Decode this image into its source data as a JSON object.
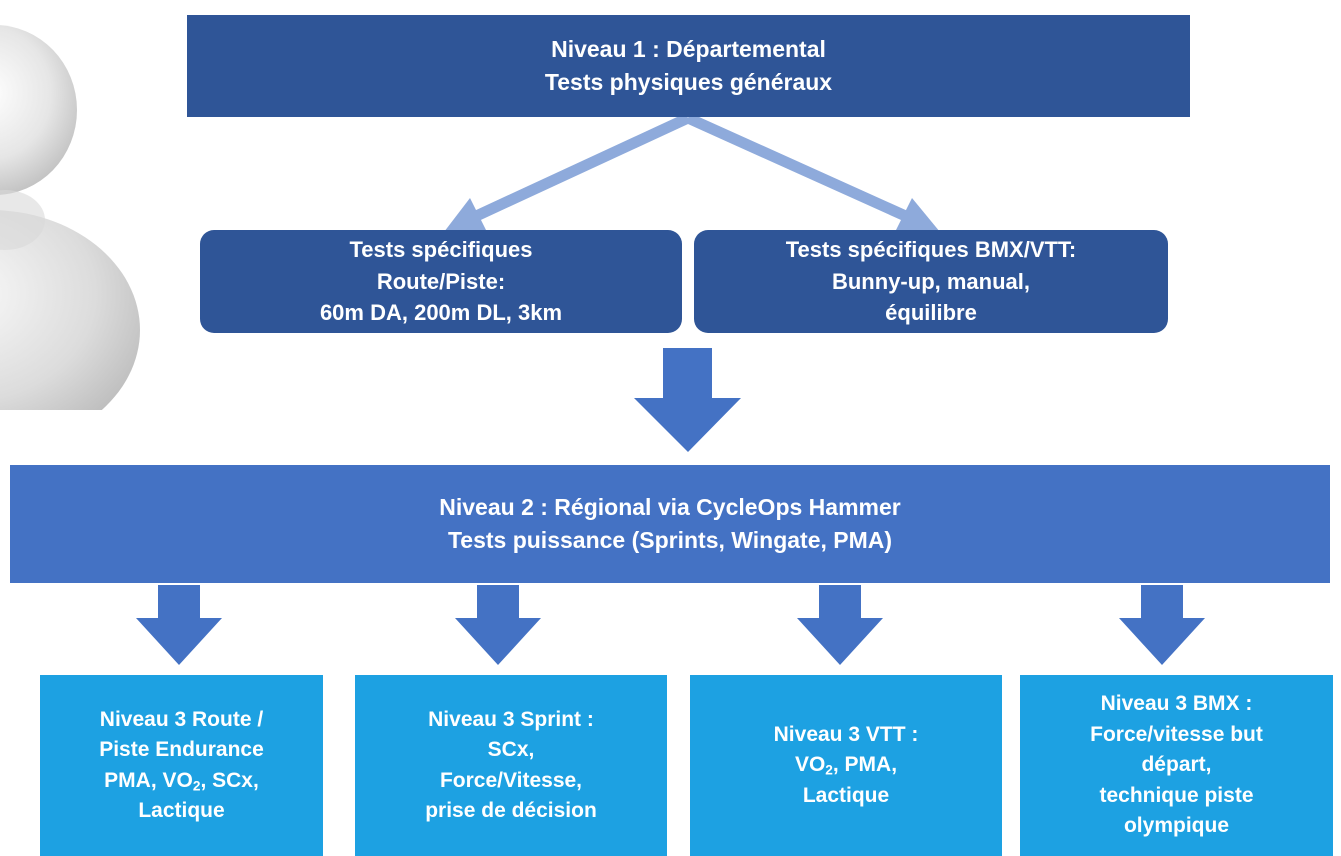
{
  "colors": {
    "level1": "#2f5597",
    "specific": "#2f5597",
    "level2": "#4472c4",
    "level3": "#1da1e2",
    "arrow_thin": "#8eaadb",
    "arrow_block": "#4472c4"
  },
  "level1": {
    "line1": "Niveau 1 : Départemental",
    "line2": "Tests physiques généraux"
  },
  "specific": [
    {
      "line1": "Tests spécifiques",
      "line2": "Route/Piste:",
      "line3": "60m DA, 200m DL, 3km"
    },
    {
      "line1": "Tests spécifiques BMX/VTT:",
      "line2": "Bunny-up, manual,",
      "line3": "équilibre"
    }
  ],
  "level2": {
    "line1": "Niveau 2 : Régional via CycleOps Hammer",
    "line2": "Tests puissance (Sprints, Wingate, PMA)"
  },
  "level3": [
    {
      "line1": "Niveau 3 Route /",
      "line2": "Piste Endurance",
      "line3_a": "PMA, VO",
      "line3_sub": "2",
      "line3_b": ", SCx,",
      "line4": "Lactique"
    },
    {
      "line1": "Niveau 3 Sprint :",
      "line2": "SCx,",
      "line3": "Force/Vitesse,",
      "line4": "prise de décision"
    },
    {
      "line1": "Niveau 3 VTT :",
      "line2_a": "VO",
      "line2_sub": "2",
      "line2_b": ", PMA,",
      "line3": "Lactique"
    },
    {
      "line1": "Niveau 3 BMX :",
      "line2": "Force/vitesse but",
      "line3": "départ,",
      "line4": "technique piste",
      "line5": "olympique"
    }
  ]
}
